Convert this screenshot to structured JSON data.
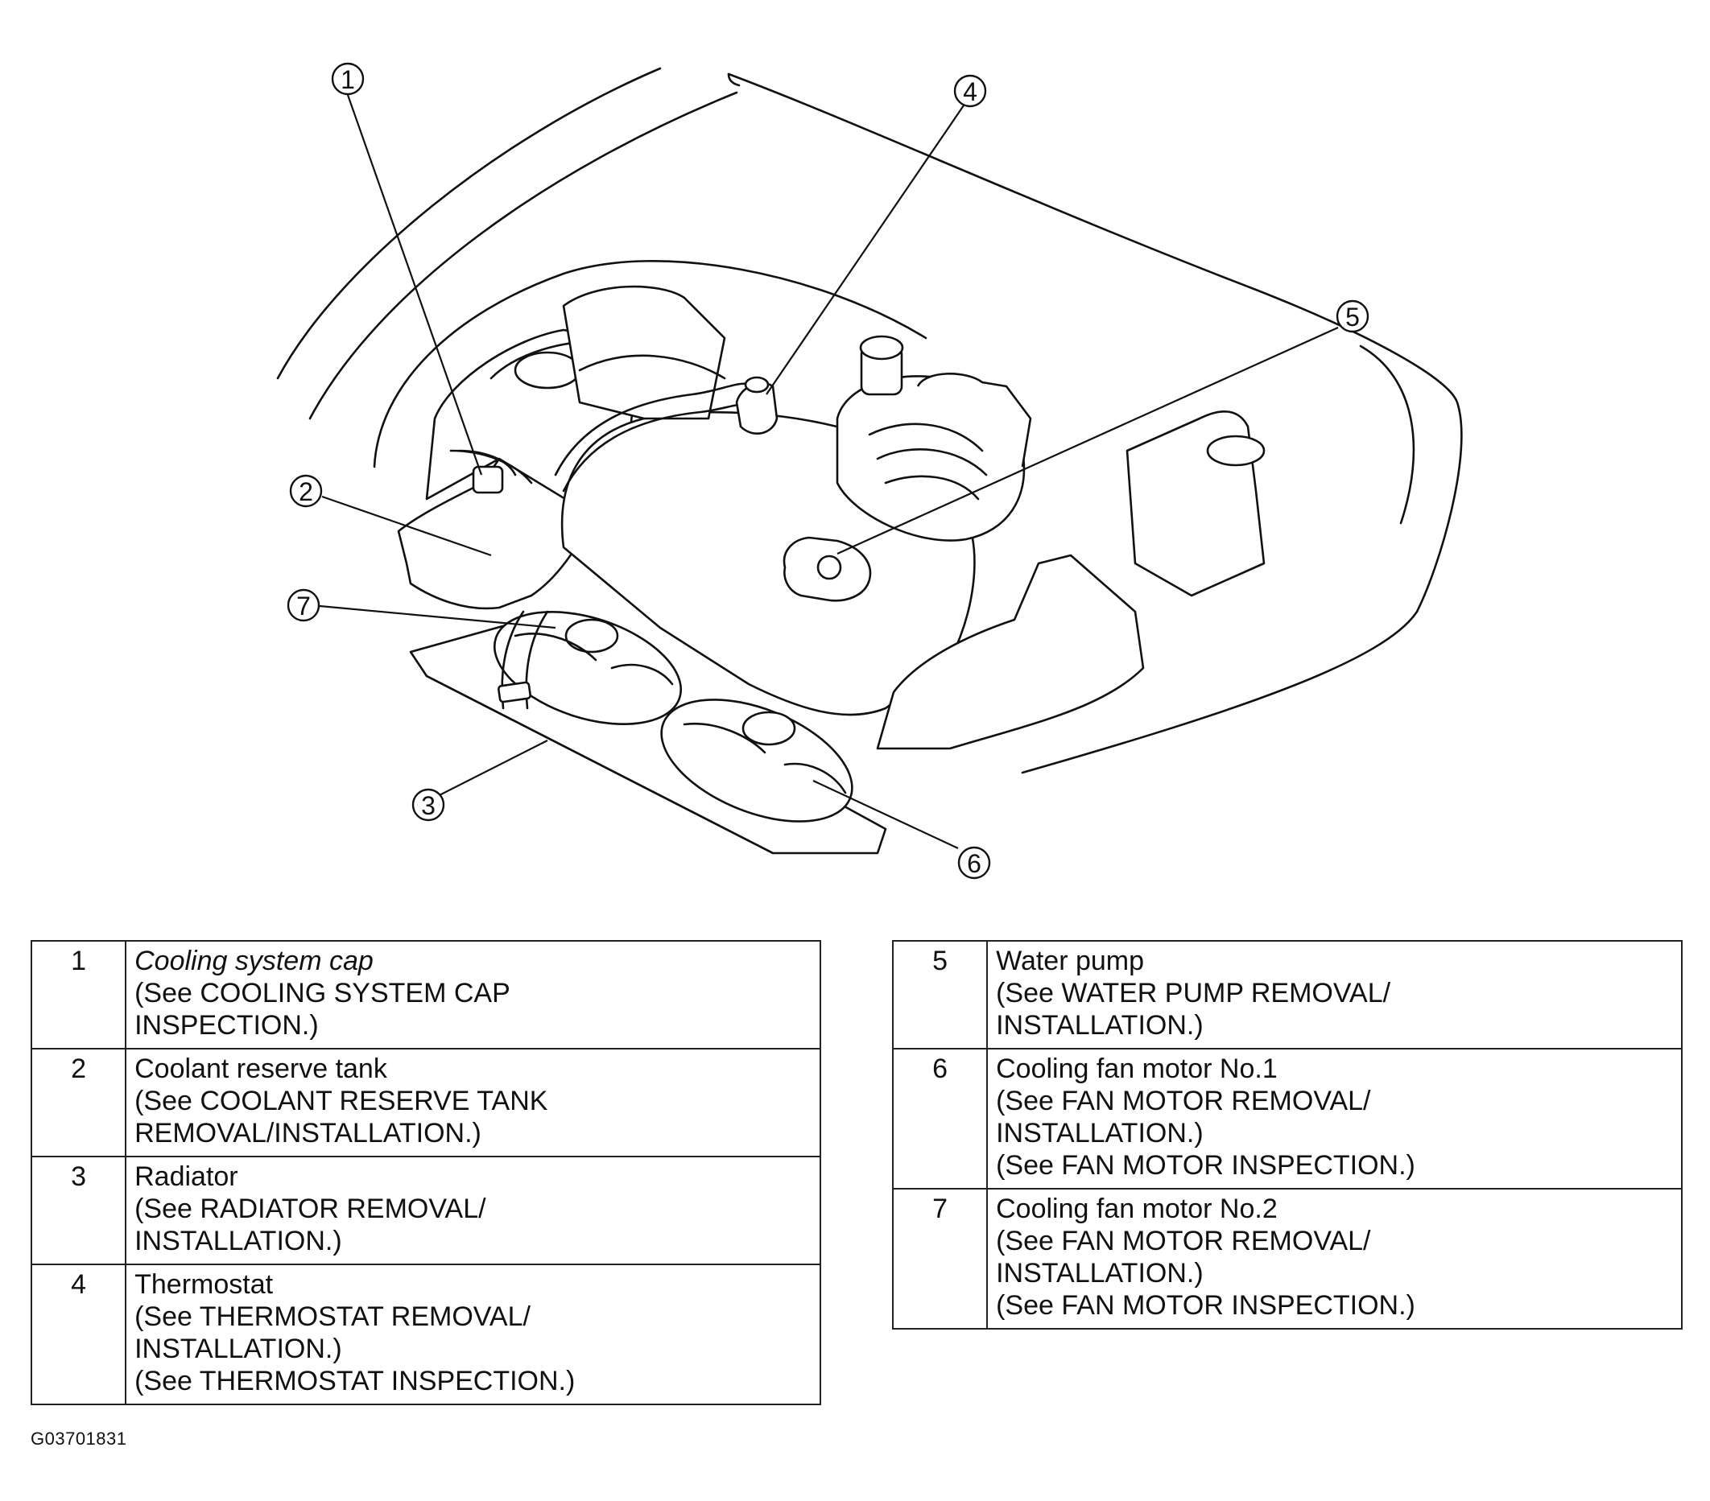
{
  "callouts": [
    {
      "id": "1",
      "label": "1"
    },
    {
      "id": "2",
      "label": "2"
    },
    {
      "id": "3",
      "label": "3"
    },
    {
      "id": "4",
      "label": "4"
    },
    {
      "id": "5",
      "label": "5"
    },
    {
      "id": "6",
      "label": "6"
    },
    {
      "id": "7",
      "label": "7"
    }
  ],
  "legend_left": [
    {
      "num": "1",
      "name": "Cooling system cap",
      "ref": "(See COOLING SYSTEM CAP\nINSPECTION.)"
    },
    {
      "num": "2",
      "name": "Coolant reserve tank",
      "ref": "(See COOLANT RESERVE TANK\nREMOVAL/INSTALLATION.)"
    },
    {
      "num": "3",
      "name": "Radiator",
      "ref": "(See  RADIATOR REMOVAL/\nINSTALLATION.)"
    },
    {
      "num": "4",
      "name": "Thermostat",
      "ref": "(See THERMOSTAT REMOVAL/\nINSTALLATION.)\n(See THERMOSTAT INSPECTION.)"
    }
  ],
  "legend_right": [
    {
      "num": "5",
      "name": "Water pump",
      "ref": "(See  WATER PUMP REMOVAL/\nINSTALLATION.)"
    },
    {
      "num": "6",
      "name": "Cooling fan motor No.1",
      "ref": "(See FAN MOTOR REMOVAL/\nINSTALLATION.)\n(See  FAN MOTOR INSPECTION.)"
    },
    {
      "num": "7",
      "name": "Cooling fan motor No.2",
      "ref": "(See  FAN MOTOR REMOVAL/\nINSTALLATION.)\n(See FAN MOTOR INSPECTION.)"
    }
  ],
  "figure_id": "G03701831"
}
